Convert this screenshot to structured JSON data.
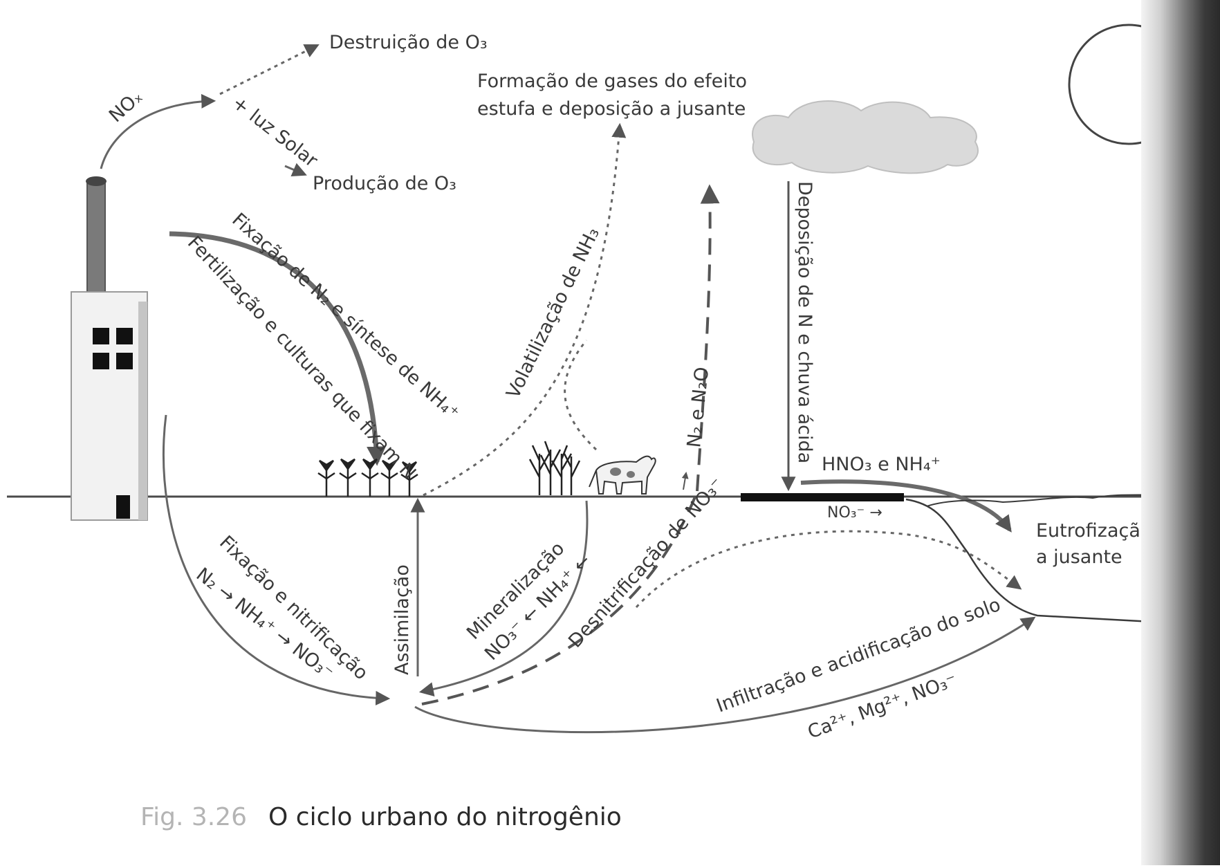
{
  "labels": {
    "nox": "NOₓ",
    "luz_solar": "+ luz Solar",
    "destruicao_o3": "Destruição de O₃",
    "producao_o3": "Produção de O₃",
    "formacao_gases_1": "Formação de gases do efeito",
    "formacao_gases_2": "estufa e deposição a jusante",
    "fixacao_sintese": "Fixação de N₂ e síntese de NH₄⁺",
    "fertilizacao": "Fertilização e culturas que fixam N",
    "volatilizacao": "Volatilização de NH₃",
    "n2_n2o": "N₂ e N₂O",
    "deposicao_chuva": "Deposição de N e chuva ácida",
    "hno3_nh4": "HNO₃ e NH₄⁺",
    "no3_flow": "NO₃⁻ →",
    "eutrofizacao_1": "Eutrofização",
    "eutrofizacao_2": "a jusante",
    "fixacao_nitrificacao": "Fixação e nitrificação",
    "n2_nh4_no3": "N₂ → NH₄⁺ → NO₃⁻",
    "assimilacao": "Assimilação",
    "mineralizacao": "Mineralização",
    "no3_nh4": "NO₃⁻ ← NH₄⁺ ←",
    "desnitrificacao": "Desnitrificação de NO₃⁻",
    "infiltracao": "Infiltração e acidificação do solo",
    "ions": "Ca²⁺, Mg²⁺, NO₃⁻"
  },
  "caption": {
    "number": "Fig. 3.26",
    "text": "O ciclo urbano do nitrogênio"
  }
}
